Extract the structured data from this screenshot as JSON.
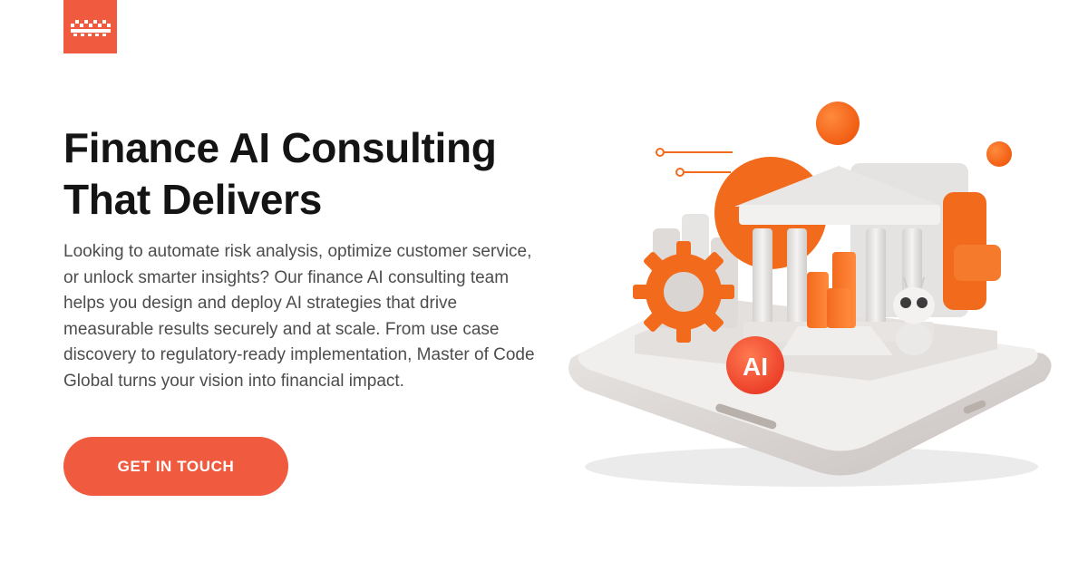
{
  "brand": {
    "logo_icon": "master-of-code-logo",
    "color": "#f05a3e"
  },
  "hero": {
    "headline": "Finance AI Consulting That Delivers",
    "body": "Looking to automate risk analysis, optimize customer service, or unlock smarter insights? Our finance AI consulting team helps you design and deploy AI strategies that drive measurable results securely and at scale. From use case discovery to regulatory-ready implementation, Master of Code Global turns your vision into financial impact.",
    "cta_label": "GET IN TOUCH"
  },
  "illustration": {
    "badge_label": "AI",
    "icons": [
      "bank-icon",
      "gear-icon",
      "bar-chart-icon",
      "robot-icon",
      "smartphone-icon"
    ]
  }
}
